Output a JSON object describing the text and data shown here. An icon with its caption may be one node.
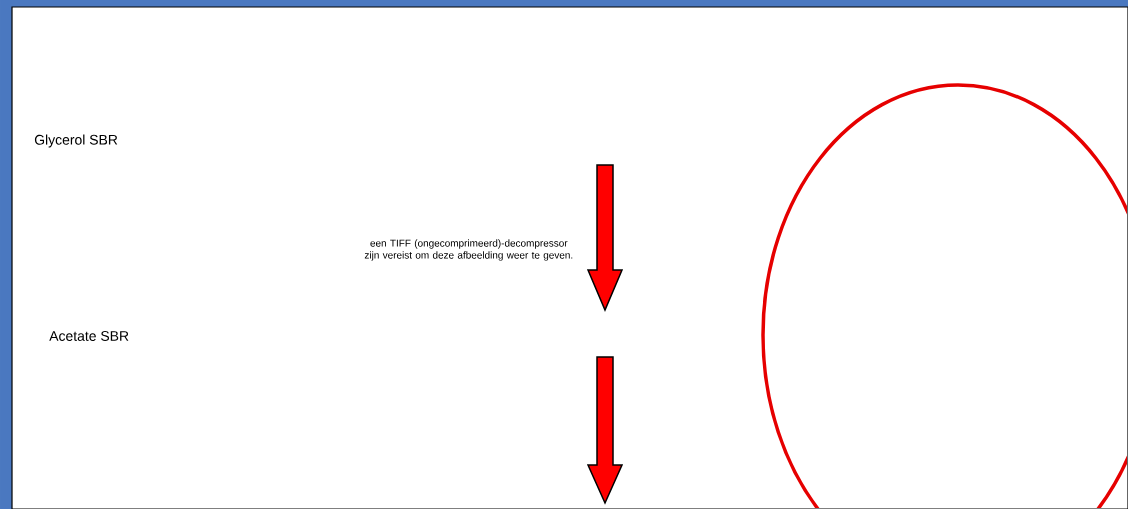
{
  "diagram": {
    "labels": [
      "Glycerol SBR",
      "een TIFF (ongecomprimeerd)-decompressor zijn vereist om deze afbeelding weer te geven.",
      "Acetate SBR"
    ]
  }
}
